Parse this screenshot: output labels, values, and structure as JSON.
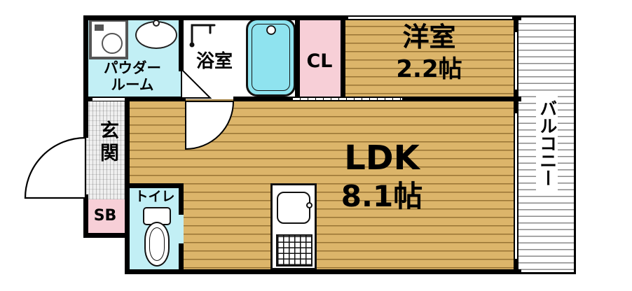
{
  "rooms": {
    "powder_room": {
      "line1": "パウダー",
      "line2": "ルーム"
    },
    "bathroom": {
      "label": "浴室"
    },
    "closet": {
      "label": "CL"
    },
    "western_room": {
      "label": "洋室",
      "size": "2.2帖"
    },
    "balcony": {
      "label": "バルコニー"
    },
    "entrance": {
      "label": "玄関"
    },
    "shoe_box": {
      "label": "SB"
    },
    "toilet": {
      "label": "トイレ"
    },
    "ldk": {
      "label": "LDK",
      "size": "8.1帖"
    }
  },
  "fixtures": {
    "washing_machine": "washing-machine-icon",
    "washbasin": "washbasin-icon",
    "shower_mixer": "shower-mixer-icon",
    "bathtub": "bathtub-icon",
    "kitchen_sink": "kitchen-sink-icon",
    "gas_stove": "gas-stove-icon",
    "toilet_bowl": "toilet-bowl-icon",
    "entrance_door": "entrance-door-arc",
    "room_door": "room-door-arc",
    "bath_door": "folding-door-triangle",
    "sliding_door": "sliding-door",
    "window": "window-double-line"
  },
  "colors": {
    "wood": "#DCB56A",
    "wet": "#C2EFF5",
    "tub": "#8FE3EF",
    "pink": "#F7CFD7",
    "wall": "#000000",
    "fixture": "#333333"
  }
}
